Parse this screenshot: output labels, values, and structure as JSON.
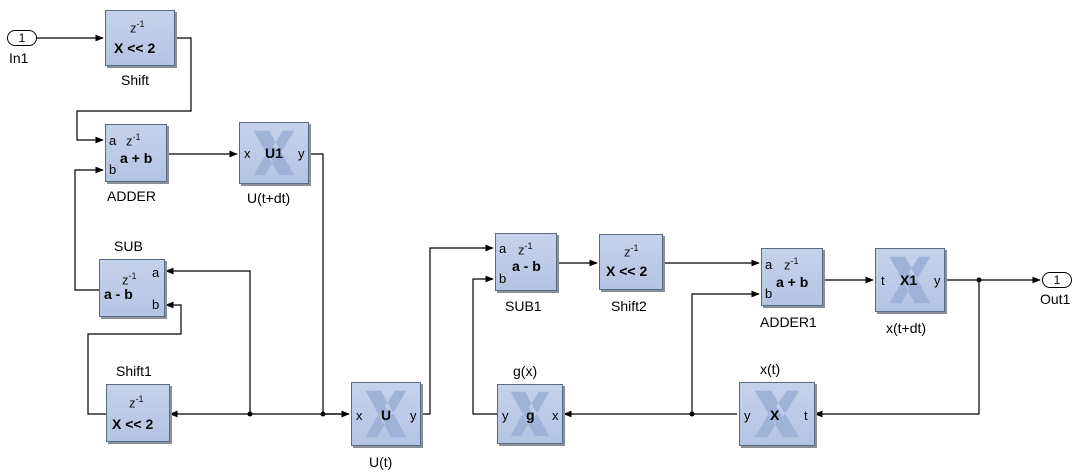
{
  "ports": {
    "in1": {
      "number": "1",
      "label": "In1"
    },
    "out1": {
      "number": "1",
      "label": "Out1"
    }
  },
  "delay_symbol": {
    "base": "z",
    "exp": "-1"
  },
  "blocks": {
    "shift": {
      "expr": "X << 2",
      "caption": "Shift"
    },
    "adder": {
      "expr": "a + b",
      "caption": "ADDER",
      "port_a": "a",
      "port_b": "b"
    },
    "u1": {
      "expr": "U1",
      "caption": "U(t+dt)",
      "port_in": "x",
      "port_out": "y"
    },
    "sub": {
      "expr": "a - b",
      "caption": "SUB",
      "port_a": "a",
      "port_b": "b"
    },
    "shift1": {
      "expr": "X << 2",
      "caption": "Shift1"
    },
    "u": {
      "expr": "U",
      "caption": "U(t)",
      "port_in": "x",
      "port_out": "y"
    },
    "sub1": {
      "expr": "a - b",
      "caption": "SUB1",
      "port_a": "a",
      "port_b": "b"
    },
    "shift2": {
      "expr": "X << 2",
      "caption": "Shift2"
    },
    "adder1": {
      "expr": "a + b",
      "caption": "ADDER1",
      "port_a": "a",
      "port_b": "b"
    },
    "x1": {
      "expr": "X1",
      "caption": "x(t+dt)",
      "port_in": "t",
      "port_out": "y"
    },
    "g": {
      "expr": "g",
      "caption": "g(x)",
      "port_in": "x",
      "port_out": "y"
    },
    "x": {
      "expr": "X",
      "caption": "x(t)",
      "port_in": "t",
      "port_out": "y"
    }
  },
  "colors": {
    "block_fill": "#b9c9e6",
    "block_border": "#5a6b86",
    "wire": "#000000"
  }
}
